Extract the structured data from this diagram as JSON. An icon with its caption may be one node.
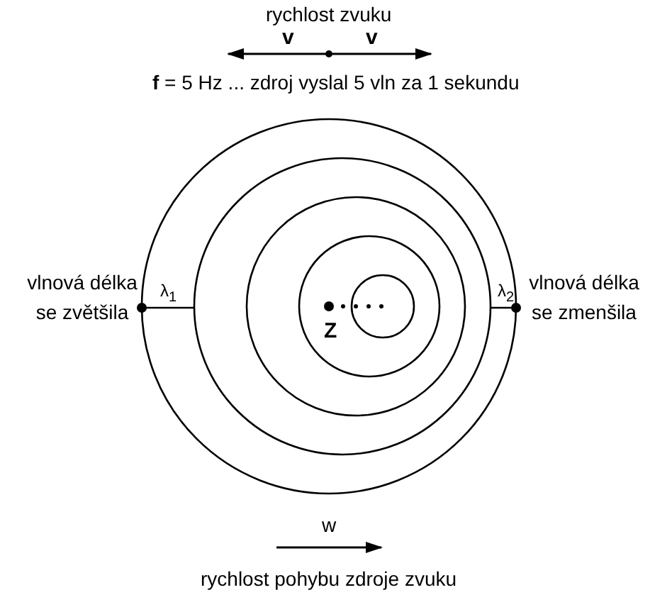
{
  "diagram": {
    "labels": [
      "rychlost zvuku",
      "v",
      "v",
      "**f** = 5 Hz ... zdroj vyslal 5 vln za 1 sekundu",
      "vlnová délka se zvětšila",
      "λ$_{1}$",
      "λ$_{2}$",
      "vlnová délka se zmenšila",
      "Z",
      "w",
      "rychlost pohybu zdroje zvuku"
    ]
  }
}
